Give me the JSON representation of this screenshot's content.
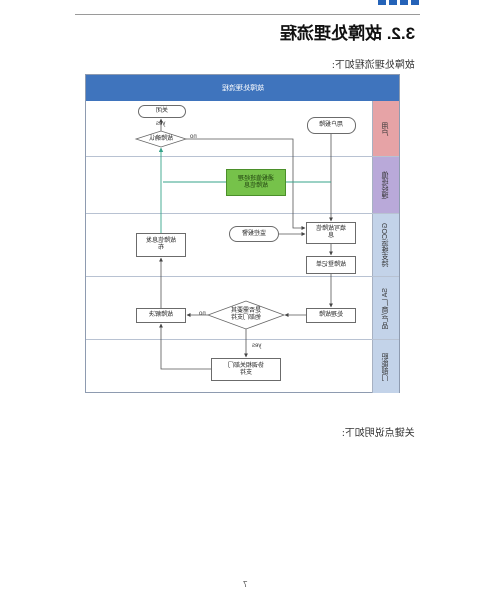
{
  "doc": {
    "accent_color": "#2563b8"
  },
  "section": {
    "heading": "3.2.  故障处理流程",
    "intro": "故障处理流程如下:"
  },
  "flowchart": {
    "title": "故障处理流程",
    "header_color": "#3f74bd",
    "highlight_color": "#76c24a",
    "connector_color": "#36a38a",
    "lanes": [
      {
        "label": "用户",
        "color": "#e6a3a6"
      },
      {
        "label": "值班经理",
        "color": "#b9a9d9"
      },
      {
        "label": "GOC运维支持",
        "color": "#c3d3e9"
      },
      {
        "label": "SA 厂商/产品",
        "color": "#c3d3e9"
      },
      {
        "label": "职能部门",
        "color": "#c3d3e9"
      }
    ],
    "nodes": {
      "close": "关闭",
      "confirm": "故障确认",
      "user_report": "用户报障",
      "notify_manager": "通报值班经理\n故障信息",
      "monitor_alarm": "监控报警",
      "fill_info": "填写故障信\n息",
      "register": "故障登记单",
      "publish_info": "故障信息发\n布",
      "handle": "处理故障",
      "need_support": "是否需要其\n他部门支持",
      "resolved": "故障解决",
      "coordinate": "协调相关部门\n支持"
    },
    "edge_labels": {
      "confirm_yes": "yes",
      "confirm_no": "no",
      "support_no": "no",
      "support_yes": "yes"
    }
  },
  "key_points_intro": "关键点说明如下:",
  "page_number": "7"
}
